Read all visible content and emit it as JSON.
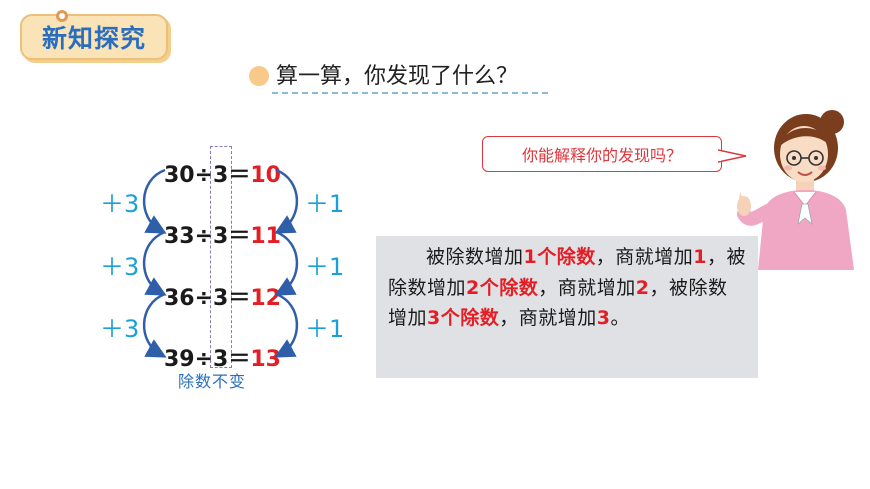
{
  "badge": {
    "label": "新知探究"
  },
  "prompt": {
    "text": "算一算，你发现了什么？"
  },
  "equations": [
    {
      "lhs": "30÷3＝",
      "rhs": "10"
    },
    {
      "lhs": "33÷3＝",
      "rhs": "11"
    },
    {
      "lhs": "36÷3＝",
      "rhs": "12"
    },
    {
      "lhs": "39÷3＝",
      "rhs": "13"
    }
  ],
  "left_steps": [
    "＋3",
    "＋3",
    "＋3"
  ],
  "right_steps": [
    "＋1",
    "＋1",
    "＋1"
  ],
  "divisor_caption": "除数不变",
  "speech": "你能解释你的发现吗？",
  "explanation": {
    "p1": "被除数增加",
    "r1": "1个除数",
    "p2": "，商就增加",
    "r2": "1",
    "p3": "，被除数增加",
    "r3": "2个除数",
    "p4": "，商就增加",
    "r4": "2",
    "p5": "，被除数增加",
    "r5": "3个除数",
    "p6": "，商就增加",
    "r6": "3",
    "p7": "。"
  },
  "colors": {
    "accent_red": "#e31e24",
    "accent_blue": "#2a6fbf",
    "step_blue": "#1aa0d8"
  }
}
